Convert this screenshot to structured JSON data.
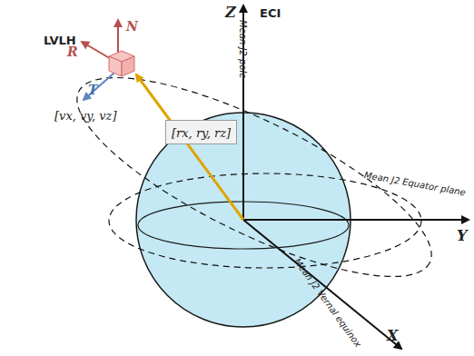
{
  "diagram": {
    "nodes": [
      {
        "text": [
          "[rx, ry, rz]"
        ]
      }
    ],
    "labels": [
      "Z",
      "ECI",
      "Mean J2 pole",
      "Y",
      "Mean J2 Equator plane",
      "X",
      "Mean J2 Vernal equinox",
      "LVLH",
      "R",
      "N",
      "T",
      "[vx, vy, vz]"
    ]
  }
}
